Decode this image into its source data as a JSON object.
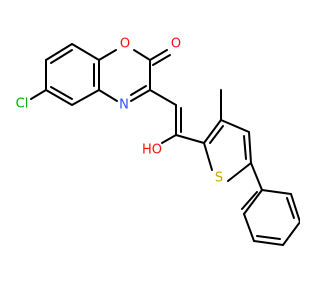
{
  "molecule": {
    "atoms": {
      "cl": {
        "label": "Cl",
        "color": "#00b000"
      },
      "o_ring": {
        "label": "O",
        "color": "#ff0d0d"
      },
      "o_carbonyl": {
        "label": "O",
        "color": "#ff0d0d"
      },
      "n": {
        "label": "N",
        "color": "#3050f8"
      },
      "oh": {
        "label": "HO",
        "color": "#ff0d0d"
      },
      "s": {
        "label": "S",
        "color": "#c8a800"
      }
    },
    "bond_color": "#000000"
  }
}
